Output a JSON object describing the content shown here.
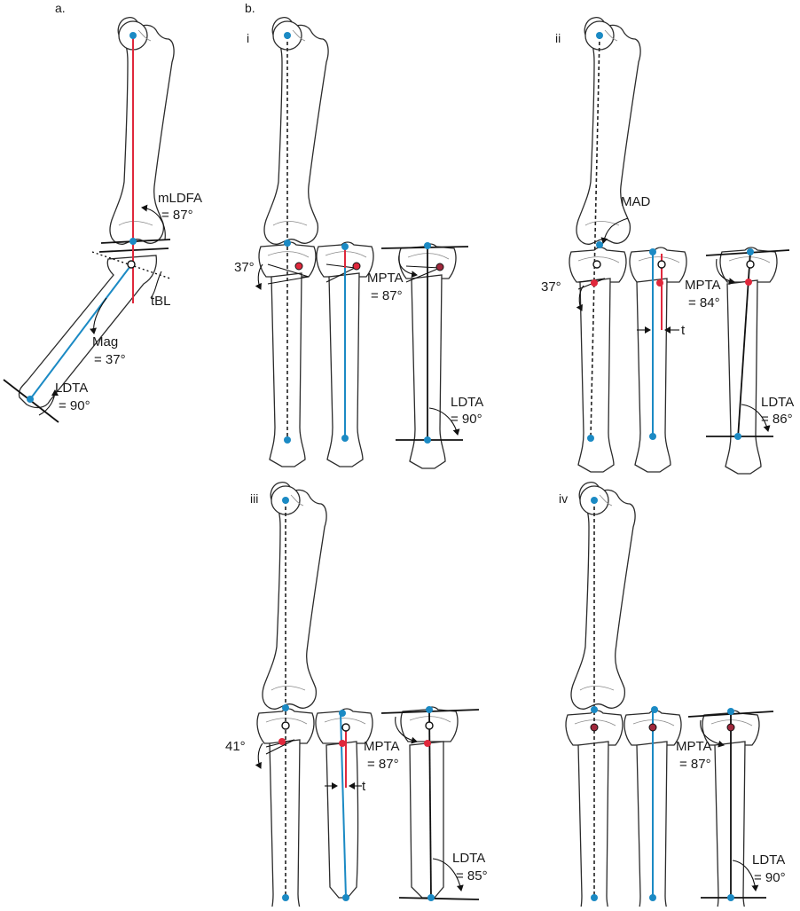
{
  "panel_labels": {
    "a": "a.",
    "b": "b.",
    "i": "i",
    "ii": "ii",
    "iii": "iii",
    "iv": "iv"
  },
  "panel_a": {
    "mldfa": "mLDFA",
    "mldfa_value": "= 87°",
    "tbl": "tBL",
    "mag": "Mag",
    "mag_value": "= 37°",
    "ldta": "LDTA",
    "ldta_value": "= 90°"
  },
  "panel_i": {
    "angle": "37°",
    "mpta": "MPTA",
    "mpta_value": "= 87°",
    "ldta": "LDTA",
    "ldta_value": "= 90°"
  },
  "panel_ii": {
    "mad": "MAD",
    "angle": "37°",
    "t": "t",
    "mpta": "MPTA",
    "mpta_value": "= 84°",
    "ldta": "LDTA",
    "ldta_value": "= 86°"
  },
  "panel_iii": {
    "angle": "41°",
    "t": "t",
    "mpta": "MPTA",
    "mpta_value": "= 87°",
    "ldta": "LDTA",
    "ldta_value": "= 85°"
  },
  "panel_iv": {
    "mpta": "MPTA",
    "mpta_value": "= 87°",
    "ldta": "LDTA",
    "ldta_value": "= 90°"
  },
  "colors": {
    "mechanical_axis": "#e0283c",
    "anatomic_axis": "#1b8ac4",
    "outline": "#2b2b2b"
  }
}
